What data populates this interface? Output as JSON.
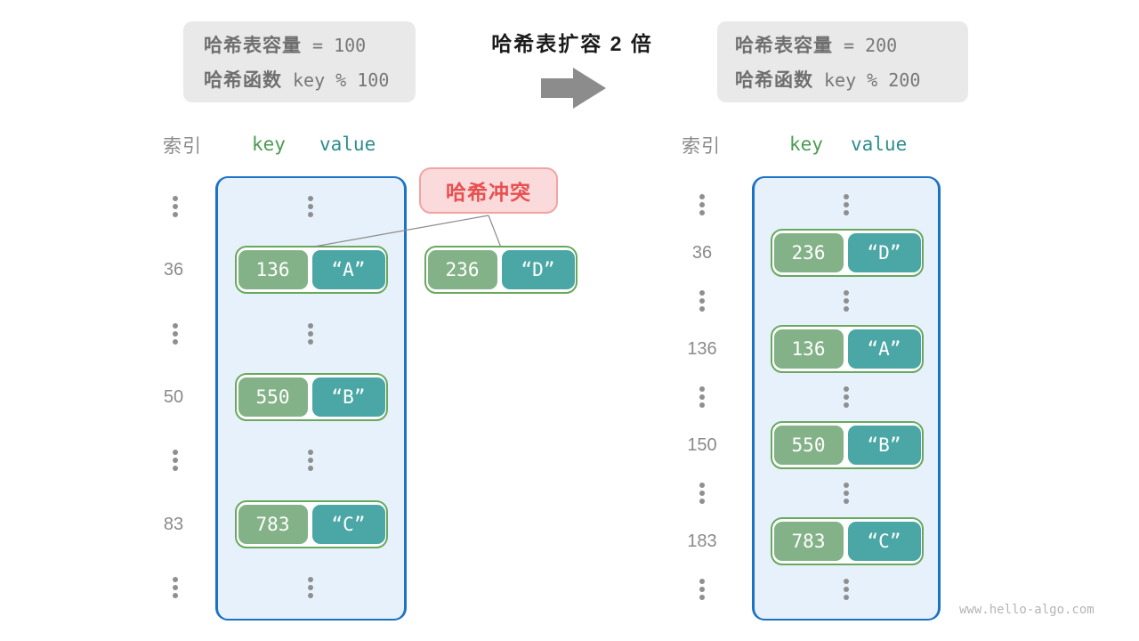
{
  "page": {
    "watermark": "www.hello-algo.com"
  },
  "header": {
    "title": "哈希表扩容 2 倍",
    "left_info": {
      "line1_label": "哈希表容量",
      "line1_value": "= 100",
      "line2_label": "哈希函数",
      "line2_value": "key % 100"
    },
    "right_info": {
      "line1_label": "哈希表容量",
      "line1_value": "= 200",
      "line2_label": "哈希函数",
      "line2_value": "key % 200"
    }
  },
  "collision": {
    "label": "哈希冲突",
    "pair": {
      "key": "236",
      "value": "“D”"
    }
  },
  "left_table": {
    "col_index": "索引",
    "col_key": "key",
    "col_value": "value",
    "rows": [
      {
        "index": "36",
        "key": "136",
        "value": "“A”"
      },
      {
        "index": "50",
        "key": "550",
        "value": "“B”"
      },
      {
        "index": "83",
        "key": "783",
        "value": "“C”"
      }
    ]
  },
  "right_table": {
    "col_index": "索引",
    "col_key": "key",
    "col_value": "value",
    "rows": [
      {
        "index": "36",
        "key": "236",
        "value": "“D”"
      },
      {
        "index": "136",
        "key": "136",
        "value": "“A”"
      },
      {
        "index": "150",
        "key": "550",
        "value": "“B”"
      },
      {
        "index": "183",
        "key": "783",
        "value": "“C”"
      }
    ]
  },
  "colors": {
    "table_border": "#1c72c5",
    "table_bg": "#e6f1fb",
    "pair_border": "#68a95d",
    "key_pill": "#84b288",
    "value_pill": "#4aa7a5",
    "collision_bg": "#fadada",
    "collision_border": "#f2a4a4",
    "collision_text": "#e85050",
    "info_bg": "#e9e9e9",
    "arrow": "#8c8c8c"
  }
}
